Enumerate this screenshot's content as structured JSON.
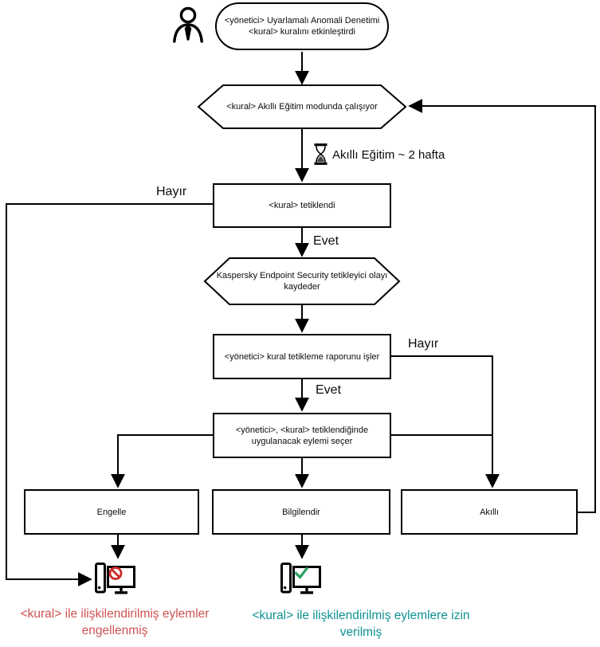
{
  "colors": {
    "line": "#000000",
    "box_border": "#000000",
    "blocked_caption": "#cd5252",
    "allowed_caption": "#0e9292",
    "prohibition": "#cc2a28",
    "checkmark": "#29a263",
    "sand": "#444444"
  },
  "icons": {
    "actor": "person-icon",
    "wait": "hourglass-icon",
    "blocked_endpoint": "computer-blocked-icon",
    "allowed_endpoint": "computer-allowed-icon"
  },
  "nodes": {
    "start": {
      "line1": "<yönetici> Uyarlamalı Anomali Denetimi",
      "line2": "<kural> kuralını etkinleştirdi"
    },
    "training_mode": {
      "label": "<kural> Akıllı Eğitim modunda çalışıyor"
    },
    "training_duration": {
      "label": "Akıllı Eğitim ~ 2 hafta"
    },
    "rule_triggered": {
      "label": "<kural> tetiklendi"
    },
    "log_event": {
      "line1": "Kaspersky Endpoint Security tetikleyici olayı",
      "line2": "kaydeder"
    },
    "process_report": {
      "label": "<yönetici> kural tetikleme raporunu işler"
    },
    "select_action": {
      "line1": "<yönetici>, <kural> tetiklendiğinde",
      "line2": "uygulanacak eylemi seçer"
    },
    "action_block": {
      "label": "Engelle"
    },
    "action_inform": {
      "label": "Bilgilendir"
    },
    "action_smart": {
      "label": "Akıllı"
    }
  },
  "edges": {
    "no_left": "Hayır",
    "yes_first": "Evet",
    "no_right": "Hayır",
    "yes_second": "Evet"
  },
  "outcomes": {
    "blocked": {
      "line1": "<kural> ile ilişkilendirilmiş eylemler",
      "line2": "engellenmiş"
    },
    "allowed": {
      "line1": "<kural> ile ilişkilendirilmiş eylemlere izin",
      "line2": "verilmiş"
    }
  }
}
